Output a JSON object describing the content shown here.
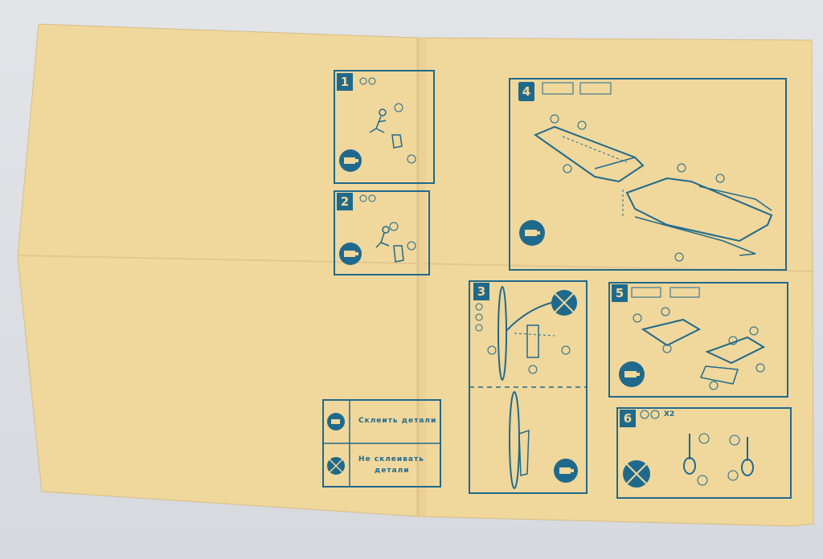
{
  "colors": {
    "paper": "#f0d79c",
    "ink": "#1f6a8c",
    "background": "#dcdfe4"
  },
  "steps": [
    {
      "number": "1"
    },
    {
      "number": "2"
    },
    {
      "number": "3"
    },
    {
      "number": "4"
    },
    {
      "number": "5"
    },
    {
      "number": "6",
      "multiplier": "X2"
    }
  ],
  "legend": {
    "glue": "Склеить детали",
    "no_glue_line1": "Не склеивать",
    "no_glue_line2": "детали"
  },
  "icons": [
    "glue-tube-icon",
    "no-glue-icon"
  ]
}
